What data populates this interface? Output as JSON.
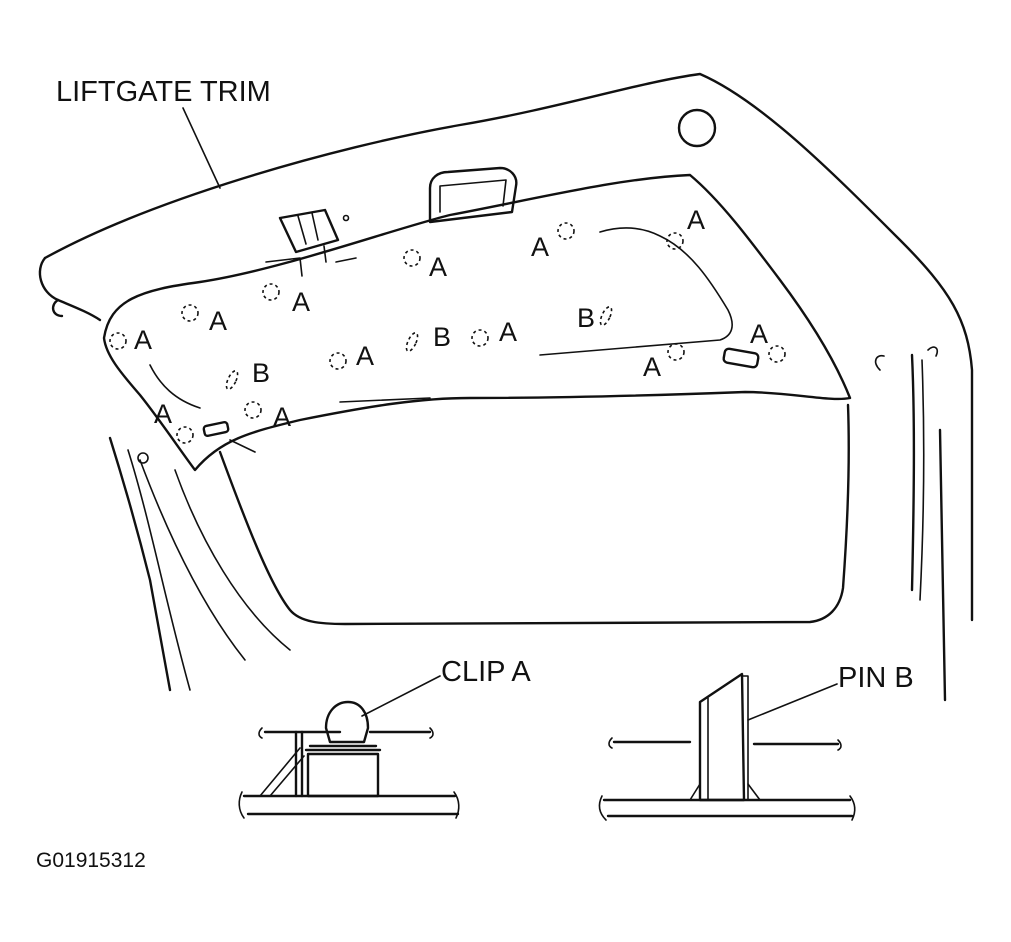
{
  "labels": {
    "liftgate_trim": "LIFTGATE TRIM",
    "clip_a": "CLIP A",
    "pin_b": "PIN B",
    "figure_code": "G01915312"
  },
  "markers": {
    "a": "A",
    "b": "B"
  }
}
